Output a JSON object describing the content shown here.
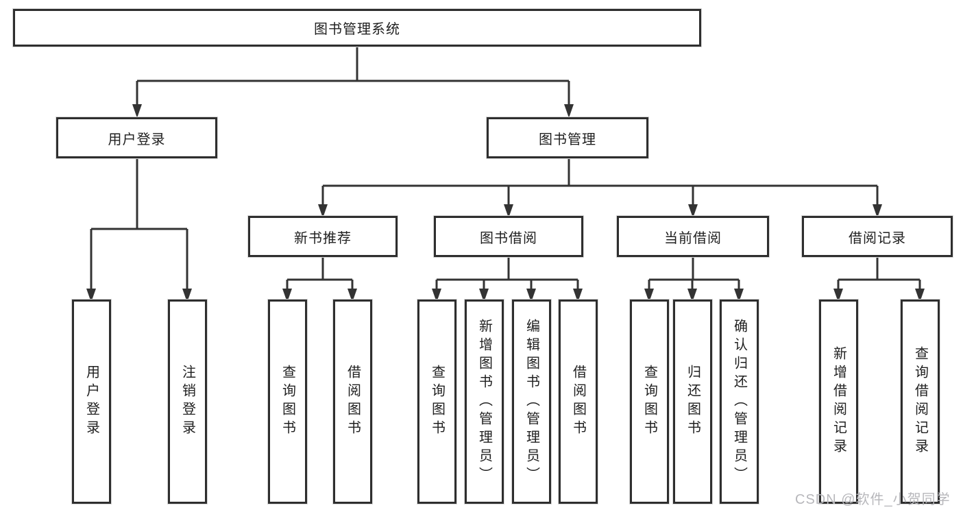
{
  "root": {
    "label": "图书管理系统"
  },
  "branches": {
    "user_login": {
      "label": "用户登录",
      "leaves": [
        "用户登录",
        "注销登录"
      ]
    },
    "book_mgmt": {
      "label": "图书管理",
      "groups": [
        {
          "label": "新书推荐",
          "leaves": [
            "查询图书",
            "借阅图书"
          ]
        },
        {
          "label": "图书借阅",
          "leaves": [
            "查询图书",
            "新增图书（管理员）",
            "编辑图书（管理员）",
            "借阅图书"
          ]
        },
        {
          "label": "当前借阅",
          "leaves": [
            "查询图书",
            "归还图书",
            "确认归还（管理员）"
          ]
        },
        {
          "label": "借阅记录",
          "leaves": [
            "新增借阅记录",
            "查询借阅记录"
          ]
        }
      ]
    }
  },
  "watermark": "CSDN @软件_小贺同学",
  "colors": {
    "line": "#333333",
    "box_border": "#2e2e2e",
    "text": "#1f1f1f",
    "watermark": "#b7b7bb",
    "background": "#ffffff"
  }
}
